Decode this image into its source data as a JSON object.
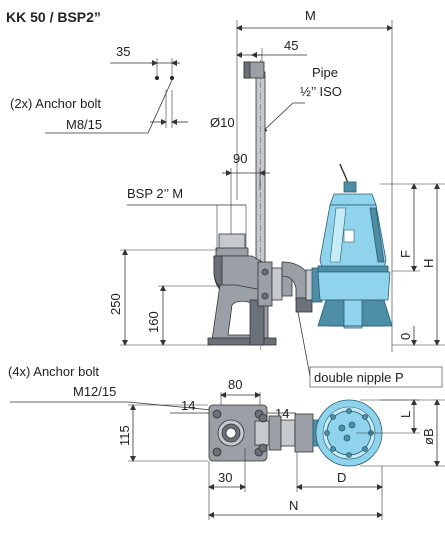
{
  "drawing": {
    "title": "KK 50 / BSP2”",
    "side_view": {
      "dim_M": "M",
      "dim_45": "45",
      "dim_35": "35",
      "anchor_bolt_small_label": "(2x) Anchor bolt",
      "anchor_bolt_small_size": "M8/15",
      "dim_d10": "Ø10",
      "pipe_label": "Pipe",
      "pipe_size": "½’’ ISO",
      "dim_90": "90",
      "bsp_label": "BSP 2’’ M",
      "dim_250": "250",
      "dim_160": "160",
      "dim_F": "F",
      "dim_H": "H",
      "dim_0": "0",
      "double_nipple_label": "double nipple P"
    },
    "top_view": {
      "anchor_bolt_large_label": "(4x) Anchor bolt",
      "anchor_bolt_large_size": "M12/15",
      "dim_80": "80",
      "dim_14_left": "14",
      "dim_14_right": "14",
      "dim_115": "115",
      "dim_30": "30",
      "dim_D": "D",
      "dim_N": "N",
      "dim_L": "L",
      "dim_oB": "øB"
    }
  }
}
